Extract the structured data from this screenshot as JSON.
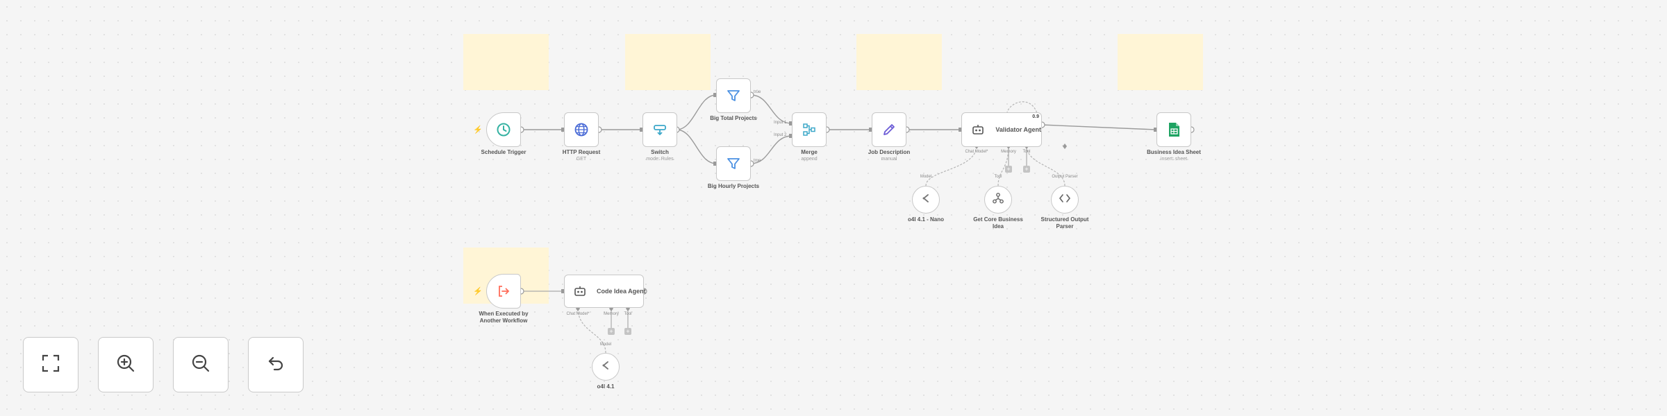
{
  "nodes": {
    "schedule_trigger": {
      "label": "Schedule Trigger",
      "icon": "clock-icon"
    },
    "http_request": {
      "label": "HTTP Request",
      "sub": "GET",
      "icon": "globe-icon"
    },
    "switch": {
      "label": "Switch",
      "sub": "mode: Rules",
      "icon": "switch-icon"
    },
    "big_total": {
      "label": "Big Total Projects",
      "icon": "filter-icon"
    },
    "big_hourly": {
      "label": "Big Hourly Projects",
      "icon": "filter-icon"
    },
    "merge": {
      "label": "Merge",
      "sub": "append",
      "icon": "merge-icon"
    },
    "job_description": {
      "label": "Job Description",
      "sub": "manual",
      "icon": "pencil-icon"
    },
    "validator_agent": {
      "title": "Validator Agent",
      "badge": "0.9",
      "icon": "robot-icon"
    },
    "business_idea_sheet": {
      "label": "Business Idea Sheet",
      "sub": "insert: sheet",
      "icon": "sheets-icon"
    },
    "o3_nano": {
      "label": "o4l 4.1 - Nano",
      "icon": "openai-icon"
    },
    "get_core_business": {
      "label": "Get Core Business Idea",
      "icon": "tool-icon"
    },
    "structured_parser": {
      "label": "Structured Output Parser",
      "icon": "braces-icon"
    },
    "when_executed": {
      "label": "When Executed by Another Workflow",
      "icon": "workflow-trigger-icon"
    },
    "code_idea_agent": {
      "title": "Code Idea Agent",
      "icon": "robot-icon"
    },
    "o41": {
      "label": "o4l 4.1",
      "icon": "openai-icon"
    }
  },
  "ports": {
    "switch_out_top": "true",
    "switch_out_bottom": "true",
    "merge_in_1": "Input 1",
    "merge_in_2": "Input 2",
    "validator_chat_model": "Chat Model*",
    "validator_memory": "Memory",
    "validator_tool": "Tool",
    "validator_output_parser": "Output Parser",
    "code_chat_model": "Chat Model*",
    "code_memory": "Memory",
    "code_tool": "Tool",
    "model_link": "Model",
    "tool_link": "Tool",
    "o41_model": "Model"
  },
  "controls": {
    "fit_view": "fit-view-icon",
    "zoom_in": "zoom-in-icon",
    "zoom_out": "zoom-out-icon",
    "reset": "reset-icon"
  },
  "colors": {
    "sticky": "#fff5d6",
    "trigger_accent": "#ff6d5a",
    "clock": "#35b2a2",
    "globe": "#4a6bd6",
    "switch": "#3da8c9",
    "filter": "#4a90e2",
    "merge": "#3da8c9",
    "pencil": "#6b5bd6",
    "sheets": "#1ea362"
  }
}
